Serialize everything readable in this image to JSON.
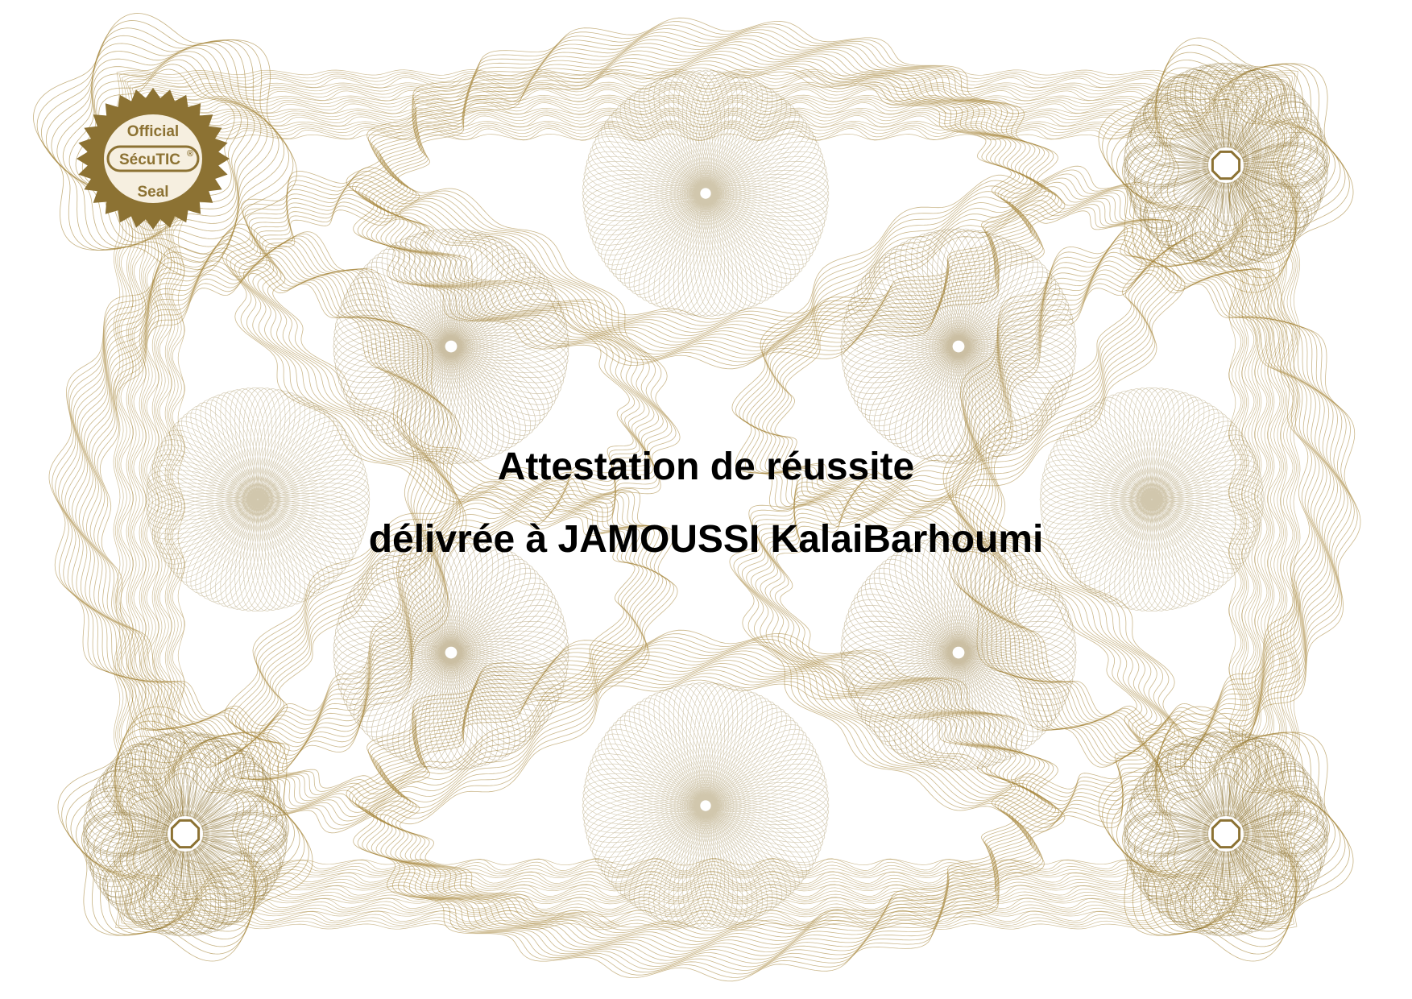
{
  "certificate": {
    "title_line1": "Attestation de réussite",
    "title_line2": "délivrée à JAMOUSSI KalaiBarhoumi"
  },
  "seal": {
    "top": "Official",
    "brand": "SécuTIC",
    "registered": "®",
    "bottom": "Seal",
    "icon": "seal-icon"
  },
  "colors": {
    "guilloche": "#a8893f",
    "guilloche_dark": "#8c7233",
    "seal_fill": "#f6efe0",
    "text": "#000000"
  }
}
